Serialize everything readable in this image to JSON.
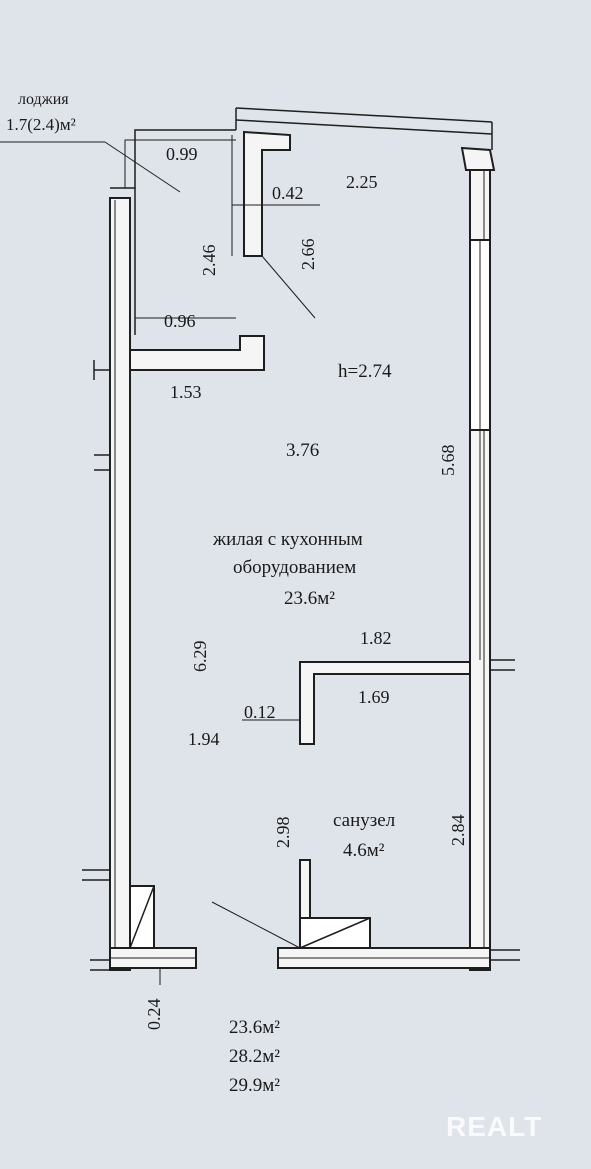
{
  "loggia": {
    "name": "лоджия",
    "area": "1.7(2.4)м²"
  },
  "rooms": {
    "living_line1": "жилая с кухонным",
    "living_line2": "оборудованием",
    "living_area": "23.6м²",
    "bathroom_name": "санузел",
    "bathroom_area": "4.6м²",
    "height": "h=2.74"
  },
  "dimensions": {
    "d099": "0.99",
    "d042": "0.42",
    "d225": "2.25",
    "d246": "2.46",
    "d266": "2.66",
    "d096": "0.96",
    "d153": "1.53",
    "d376": "3.76",
    "d568": "5.68",
    "d629": "6.29",
    "d182": "1.82",
    "d169": "1.69",
    "d012": "0.12",
    "d194": "1.94",
    "d298": "2.98",
    "d284": "2.84",
    "d024": "0.24"
  },
  "totals": [
    "23.6м²",
    "28.2м²",
    "29.9м²"
  ],
  "watermark": "REALT"
}
